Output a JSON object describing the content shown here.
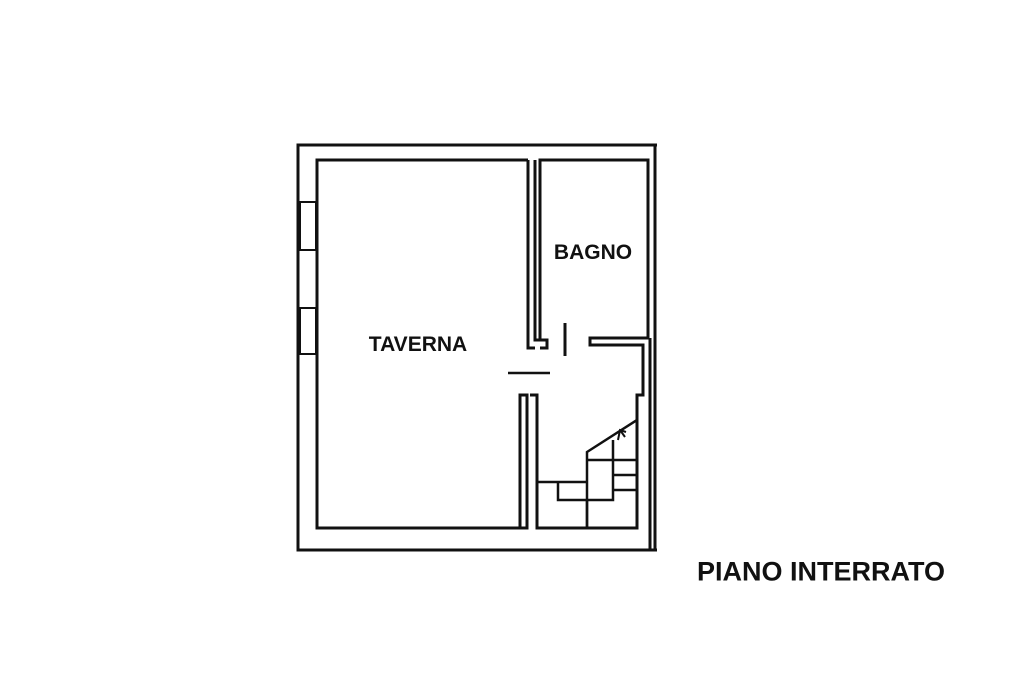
{
  "rooms": {
    "taverna": "TAVERNA",
    "bagno": "BAGNO"
  },
  "plan_title": "PIANO INTERRATO",
  "colors": {
    "wall": "#111111",
    "background": "#ffffff"
  }
}
